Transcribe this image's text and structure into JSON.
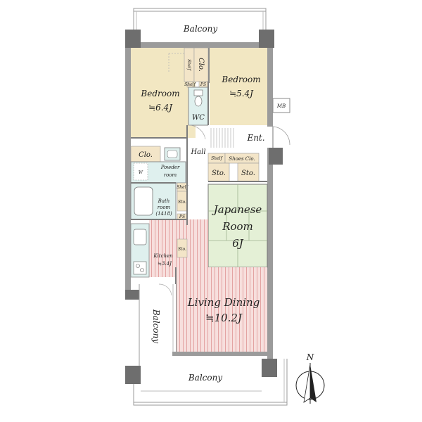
{
  "rooms": {
    "balcony_top": "Balcony",
    "bedroom_west": {
      "name": "Bedroom",
      "size": "≒6.4J"
    },
    "bedroom_east": {
      "name": "Bedroom",
      "size": "≒5.4J"
    },
    "wc": "WC",
    "entrance": "Ent.",
    "hall": "Hall",
    "mb": "MB",
    "closet_top": "Clo.",
    "closet_left": "Clo.",
    "shelf_top": "Shelf",
    "shelf_bath": "Shelf",
    "shelf_shoes": "Shelf",
    "ps_top": "PS",
    "ps_mid": "PS",
    "powder": {
      "line1": "Powder",
      "line2": "room"
    },
    "washer": "W",
    "bath": {
      "line1": "Bath",
      "line2": "room",
      "line3": "(1418)"
    },
    "storage_bath": "Sto.",
    "shoes_closet": "Shoes Clo.",
    "storage_1": "Sto.",
    "storage_2": "Sto.",
    "storage_kitchen": "Sto.",
    "japanese": {
      "line1": "Japanese",
      "line2": "Room",
      "line3": "6J"
    },
    "kitchen": {
      "name": "Kitchen",
      "size": "≒3.4J"
    },
    "living": {
      "name": "Living Dining",
      "size": "≒10.2J"
    },
    "balcony_side": "Balcony",
    "balcony_bottom": "Balcony",
    "north": "N"
  },
  "colors": {
    "bedroom": "#f2e7c2",
    "japanese": "#e3efd4",
    "living": "#f6dcdb",
    "living_stripe": "#e6a9a7",
    "wet": "#dff0ee",
    "storage": "#f3e5c8",
    "wall": "#8a8a8a",
    "dark_wall": "#666666"
  }
}
